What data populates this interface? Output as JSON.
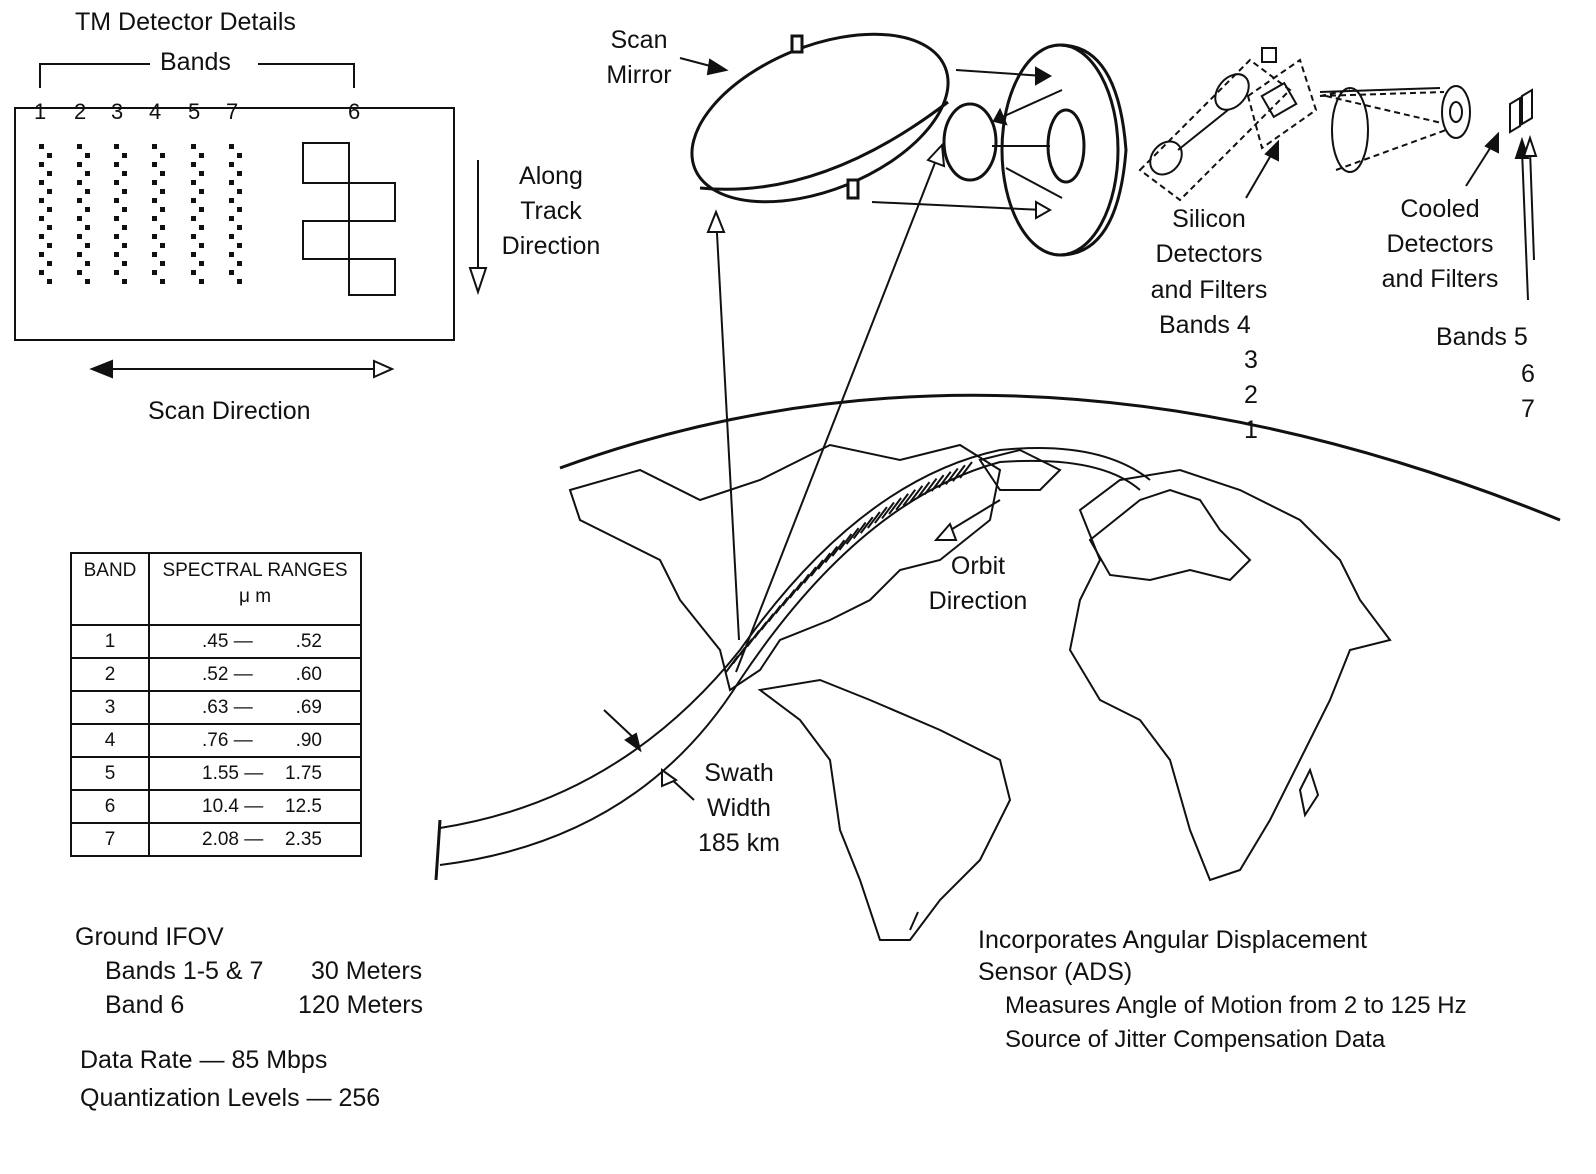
{
  "detector": {
    "title": "TM Detector Details",
    "bands_label": "Bands",
    "band_numbers": [
      "1",
      "2",
      "3",
      "4",
      "5",
      "7",
      "6"
    ],
    "along_track": [
      "Along",
      "Track",
      "Direction"
    ],
    "scan_direction": "Scan Direction"
  },
  "scanner": {
    "scan_mirror": [
      "Scan",
      "Mirror"
    ],
    "silicon": [
      "Silicon",
      "Detectors",
      "and Filters",
      "Bands 4",
      "3",
      "2",
      "1"
    ],
    "cooled": [
      "Cooled",
      "Detectors",
      "and Filters",
      "Bands 5",
      "6",
      "7"
    ]
  },
  "earth": {
    "orbit": [
      "Orbit",
      "Direction"
    ],
    "swath": [
      "Swath",
      "Width",
      "185 km"
    ]
  },
  "spectral_table": {
    "headers": [
      "BAND",
      "SPECTRAL RANGES",
      "μ m"
    ],
    "rows": [
      {
        "band": "1",
        "low": ".45 —",
        "high": ".52"
      },
      {
        "band": "2",
        "low": ".52 —",
        "high": ".60"
      },
      {
        "band": "3",
        "low": ".63 —",
        "high": ".69"
      },
      {
        "band": "4",
        "low": ".76 —",
        "high": ".90"
      },
      {
        "band": "5",
        "low": "1.55 —",
        "high": "1.75"
      },
      {
        "band": "6",
        "low": "10.4 —",
        "high": "12.5"
      },
      {
        "band": "7",
        "low": "2.08 —",
        "high": "2.35"
      }
    ]
  },
  "specs": {
    "ground_ifov": "Ground IFOV",
    "bands_1_5_7": "Bands 1-5 & 7",
    "bands_1_5_7_value": "30 Meters",
    "band_6": "Band 6",
    "band_6_value": "120 Meters",
    "data_rate": "Data Rate — 85 Mbps",
    "quantization": "Quantization Levels — 256"
  },
  "ads": {
    "line1": "Incorporates Angular Displacement",
    "line2": "Sensor (ADS)",
    "line3": "Measures Angle of Motion from 2 to 125 Hz",
    "line4": "Source of Jitter Compensation Data"
  }
}
